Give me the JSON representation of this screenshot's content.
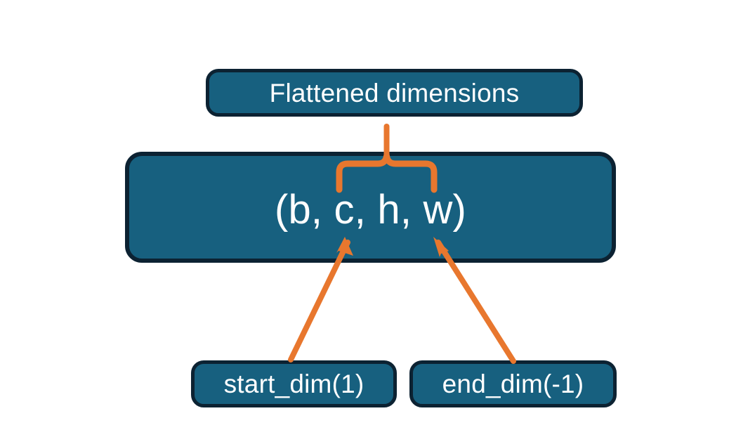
{
  "diagram": {
    "title_box": {
      "label": "Flattened dimensions",
      "name": "flattened-dimensions-box"
    },
    "shape_box": {
      "label": "(b, c, h, w)",
      "name": "tensor-shape-box",
      "dims": [
        "b",
        "c",
        "h",
        "w"
      ]
    },
    "start_box": {
      "label": "start_dim(1)",
      "name": "start-dim-box"
    },
    "end_box": {
      "label": "end_dim(-1)",
      "name": "end-dim-box"
    },
    "annotations": {
      "brace_name": "flattened-span-brace",
      "brace_spans_dims": [
        "c",
        "h",
        "w"
      ],
      "start_arrow_name": "start-dim-arrow",
      "start_arrow_points_to": "c",
      "end_arrow_name": "end-dim-arrow",
      "end_arrow_points_to": "w"
    },
    "colors": {
      "box_fill": "#17607F",
      "box_border": "#0C2232",
      "box_text": "#FFFFFF",
      "accent_orange": "#E8772E",
      "background": "#FFFFFF"
    }
  }
}
